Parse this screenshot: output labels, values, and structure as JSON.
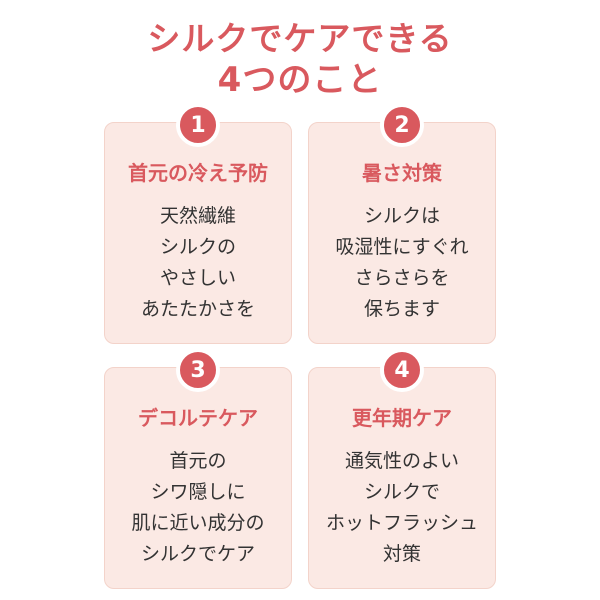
{
  "title": {
    "line1": "シルクでケアできる",
    "line2": "4つのこと"
  },
  "accent_color": "#d9595e",
  "cards": [
    {
      "number": "1",
      "heading": "首元の冷え予防",
      "lines": [
        "天然繊維",
        "シルクの",
        "やさしい",
        "あたたかさを"
      ]
    },
    {
      "number": "2",
      "heading": "暑さ対策",
      "lines": [
        "シルクは",
        "吸湿性にすぐれ",
        "さらさらを",
        "保ちます"
      ]
    },
    {
      "number": "3",
      "heading": "デコルテケア",
      "lines": [
        "首元の",
        "シワ隠しに",
        "肌に近い成分の",
        "シルクでケア"
      ]
    },
    {
      "number": "4",
      "heading": "更年期ケア",
      "lines": [
        "通気性のよい",
        "シルクで",
        "ホットフラッシュ",
        "対策"
      ]
    }
  ]
}
